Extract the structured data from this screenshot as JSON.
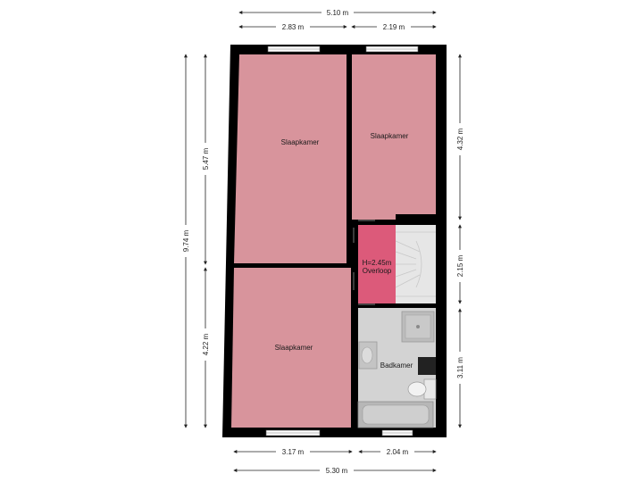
{
  "rooms": {
    "bedroom_top_left": "Slaapkamer",
    "bedroom_top_right": "Slaapkamer",
    "bedroom_bottom": "Slaapkamer",
    "landing_height": "H=2.45m",
    "landing": "Overloop",
    "bathroom": "Badkamer"
  },
  "dimensions": {
    "top_total": "5.10 m",
    "top_left": "2.83 m",
    "top_right": "2.19 m",
    "bottom_left": "3.17 m",
    "bottom_right": "2.04 m",
    "bottom_total": "5.30 m",
    "left_total": "9.74 m",
    "left_upper": "5.47 m",
    "left_lower": "4.22 m",
    "right_top": "4.32 m",
    "right_middle": "2.15 m",
    "right_bottom": "3.11 m"
  },
  "colors": {
    "bedroom": "#d8949c",
    "landing": "#dc5a7a",
    "wall": "#000000",
    "bathroom": "#d3d3d3",
    "stairs": "#e6e6e6"
  }
}
